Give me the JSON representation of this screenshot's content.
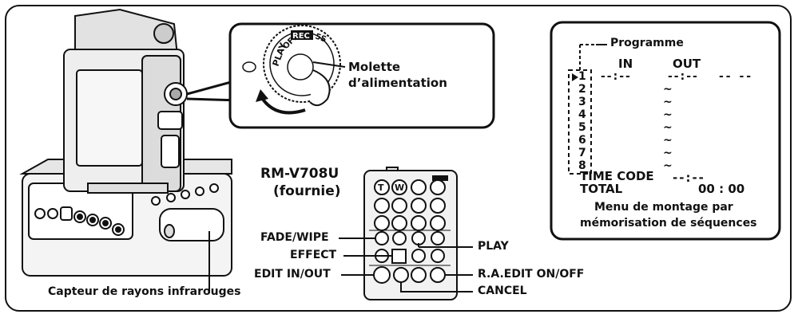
{
  "dial": {
    "label_line1": "Molette",
    "label_line2": "d’alimentation",
    "positions": [
      "PLAY",
      "OFF",
      "REC",
      "5S"
    ]
  },
  "remote": {
    "model": "RM-V708U",
    "supplied": "(fournie)",
    "button_t": "T",
    "button_w": "W"
  },
  "callouts": {
    "fade_wipe": "FADE/WIPE",
    "effect": "EFFECT",
    "edit_in_out": "EDIT IN/OUT",
    "play": "PLAY",
    "ra_edit": "R.A.EDIT ON/OFF",
    "cancel": "CANCEL",
    "ir_sensor": "Capteur de rayons infrarouges"
  },
  "menu": {
    "programme_label": "Programme",
    "col_in": "IN",
    "col_out": "OUT",
    "rows": [
      "1",
      "2",
      "3",
      "4",
      "5",
      "6",
      "7",
      "8"
    ],
    "first_row_in": "--:--",
    "first_row_out": "--:--",
    "first_row_extra": "-- --",
    "separator": "~",
    "time_code_label": "TIME CODE",
    "time_code_value": "--:--",
    "total_label": "TOTAL",
    "total_value": "00 : 00",
    "caption_line1": "Menu de montage par",
    "caption_line2": "mémorisation de séquences"
  }
}
